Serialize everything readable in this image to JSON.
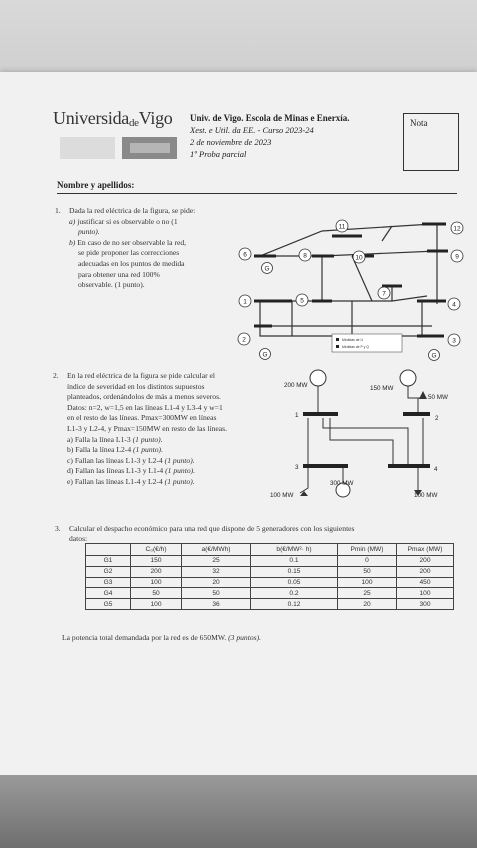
{
  "header": {
    "university": "Universida",
    "university_de": "de",
    "university_end": "Vigo",
    "line1": "Univ. de Vigo. Escola de Minas e Enerxía.",
    "line2": "Xest. e Util. da EE. - Curso 2023-24",
    "line3": "2 de noviembre de 2023",
    "line4": "1º Proba parcial",
    "nota_label": "Nota"
  },
  "name_label": "Nombre y apellidos:",
  "q1": {
    "number": "1.",
    "intro": "Dada la red eléctrica de la figura, se pide:",
    "a_label": "a)",
    "a_lines": [
      "justificar si es observable o no (1",
      "punto)."
    ],
    "b_label": "b)",
    "b_lines": [
      "En caso de no ser observable la red,",
      "se pide proponer las correcciones",
      "adecuadas en los puntos de medida",
      "para obtener una red 100%",
      "observable. (1 punto)."
    ],
    "diagram": {
      "buses": [
        "1",
        "2",
        "3",
        "4",
        "5",
        "6",
        "7",
        "8",
        "9",
        "10",
        "11",
        "12"
      ],
      "gen_label": "G",
      "legend1": "Medidas de U",
      "legend2": "Medidas de P y Q"
    }
  },
  "q2": {
    "number": "2.",
    "lines": [
      "En la red eléctrica de la figura se pide calcular el",
      "índice de severidad en los distintos supuestos",
      "planteados, ordenándolos de más a menos severos.",
      "Datos: n=2, w=1,5 en las líneas L1-4 y L3-4 y w=1",
      "en el resto de las líneas. Pmax=300MW en líneas",
      "L1-3 y L2-4, y Pmax=150MW en resto de las líneas."
    ],
    "items": [
      {
        "label": "a)",
        "text": "Falla la línea L1-3",
        "pts": "(1 punto)."
      },
      {
        "label": "b)",
        "text": "Falla la línea L2-4",
        "pts": "(1 punto)."
      },
      {
        "label": "c)",
        "text": "Fallan las líneas L1-3 y L2-4",
        "pts": "(1 punto)."
      },
      {
        "label": "d)",
        "text": "Fallan las líneas L1-3 y L1-4",
        "pts": "(1 punto)."
      },
      {
        "label": "e)",
        "text": "Fallan las líneas L1-4 y L2-4",
        "pts": "(1 punto)."
      }
    ],
    "diagram": {
      "gen1": "200 MW",
      "gen2": "150 MW",
      "load1": "50 MW",
      "gen3": "300 MW",
      "load2": "100 MW",
      "load3": "100 MW",
      "bus1": "1",
      "bus2": "2",
      "bus3": "3",
      "bus4": "4"
    }
  },
  "q3": {
    "number": "3.",
    "line1": "Calcular el despacho económico para una red que dispone de 5 generadores con los siguientes",
    "line2": "datos:",
    "columns": [
      "",
      "C₀(€/h)",
      "a(€/MWh)",
      "b(€/MW²· h)",
      "Pmin (MW)",
      "Pmax (MW)"
    ],
    "rows": [
      [
        "G1",
        "150",
        "25",
        "0.1",
        "0",
        "200"
      ],
      [
        "G2",
        "200",
        "32",
        "0.15",
        "50",
        "200"
      ],
      [
        "G3",
        "100",
        "20",
        "0.05",
        "100",
        "450"
      ],
      [
        "G4",
        "50",
        "50",
        "0.2",
        "25",
        "100"
      ],
      [
        "G5",
        "100",
        "36",
        "0.12",
        "20",
        "300"
      ]
    ],
    "footer": "La potencia total demandada por la red es de 650MW.",
    "footer_pts": "(3 puntos)."
  }
}
